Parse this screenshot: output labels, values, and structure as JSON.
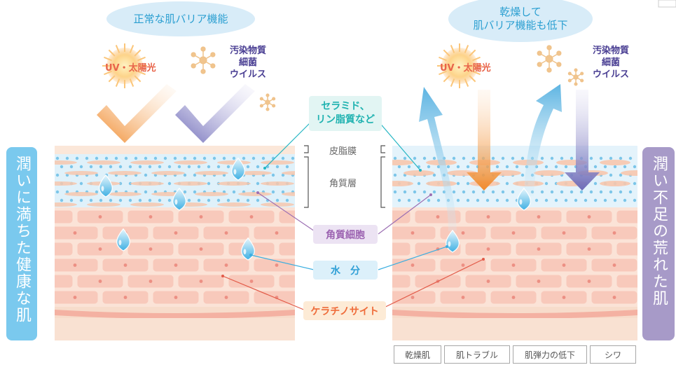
{
  "left_panel": {
    "title": "正常な肌バリア機能",
    "uv_label": "UV・太陽光",
    "pollutant_label": "汚染物質\n細菌\nウイルス",
    "side_label": "潤いに満ちた健康な肌"
  },
  "right_panel": {
    "title_line1": "乾燥して",
    "title_line2": "肌バリア機能も低下",
    "uv_label": "UV・太陽光",
    "pollutant_label": "汚染物質\n細菌\nウイルス",
    "side_label": "潤い不足の荒れた肌"
  },
  "center_labels": {
    "ceramide": "セラミド、\nリン脂質など",
    "sebum_membrane": "皮脂膜",
    "stratum_corneum": "角質層",
    "corneocyte": "角質細胞",
    "moisture": "水　分",
    "keratinocyte": "ケラチノサイト"
  },
  "symptoms": [
    "乾燥肌",
    "肌トラブル",
    "肌弾力の低下",
    "シワ"
  ],
  "colors": {
    "cyan": "#25b6c3",
    "purple": "#9c86c4",
    "blue": "#3aaee0",
    "orange": "#f29a3f",
    "left_side": "#6ec7ec",
    "right_side": "#a79ac8"
  }
}
